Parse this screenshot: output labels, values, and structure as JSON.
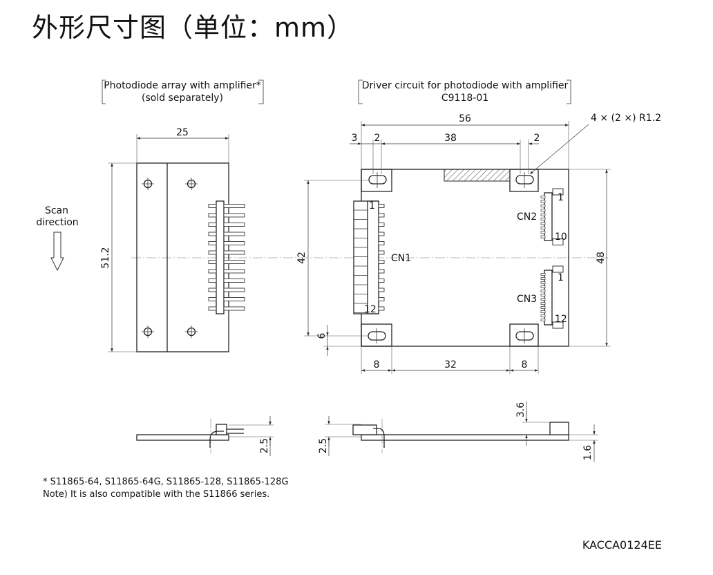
{
  "title": "外形尺寸图（单位：mm）",
  "left_header": {
    "line1": "Photodiode array with amplifier*",
    "line2": "(sold separately)"
  },
  "right_header": {
    "line1": "Driver circuit for photodiode with amplifier",
    "line2": "C9118-01"
  },
  "scan": {
    "line1": "Scan",
    "line2": "direction"
  },
  "dims": {
    "d25": "25",
    "d51_2": "51.2",
    "d56": "56",
    "d3": "3",
    "d2a": "2",
    "d38": "38",
    "d2b": "2",
    "hole_note": "4 × (2 ×) R1.2",
    "d42": "42",
    "d48": "48",
    "d6": "6",
    "d8a": "8",
    "d32": "32",
    "d8b": "8",
    "d3_6": "3.6",
    "d2_5a": "2.5",
    "d2_5b": "2.5",
    "d1_6": "1.6"
  },
  "connectors": {
    "cn1": "CN1",
    "cn1_first": "1",
    "cn1_last": "12",
    "cn2": "CN2",
    "cn2_first": "1",
    "cn2_last": "10",
    "cn3": "CN3",
    "cn3_first": "1",
    "cn3_last": "12"
  },
  "notes": {
    "footnote": "* S11865-64, S11865-64G, S11865-128, S11865-128G",
    "compat": "Note) It is also compatible with the S11866 series."
  },
  "drawing_code": "KACCA0124EE"
}
